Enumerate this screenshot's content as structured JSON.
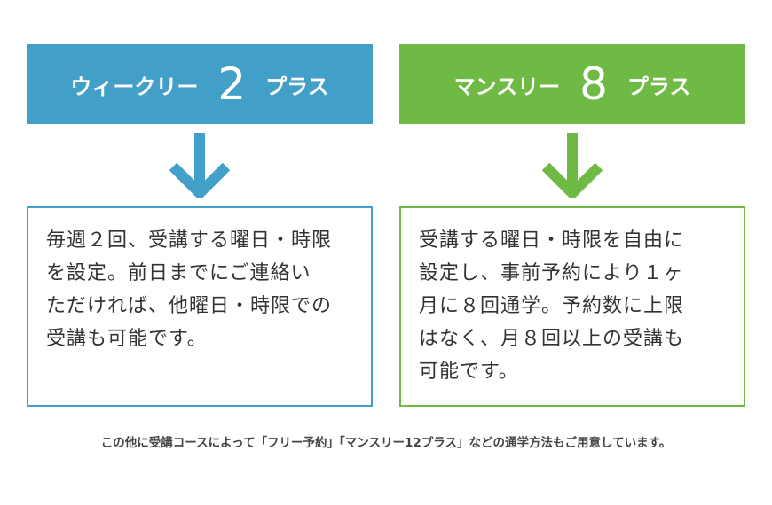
{
  "colors": {
    "weekly": "#429fc8",
    "monthly": "#6fba45",
    "text": "#333333"
  },
  "plans": [
    {
      "title_prefix": "ウィークリー",
      "number": "2",
      "title_suffix": "プラス",
      "arrow_icon": "arrow-down-icon",
      "description_lines": [
        "毎週２回、受講する曜日・時限",
        "を設定。前日までにご連絡い",
        "ただければ、他曜日・時限での",
        "受講も可能です。"
      ]
    },
    {
      "title_prefix": "マンスリー",
      "number": "8",
      "title_suffix": "プラス",
      "arrow_icon": "arrow-down-icon",
      "description_lines": [
        "受講する曜日・時限を自由に",
        "設定し、事前予約により１ヶ",
        "月に８回通学。予約数に上限",
        "はなく、月８回以上の受講も",
        "可能です。"
      ]
    }
  ],
  "footnote": "この他に受講コースによって「フリー予約」「マンスリー12プラス」などの通学方法もご用意しています。"
}
